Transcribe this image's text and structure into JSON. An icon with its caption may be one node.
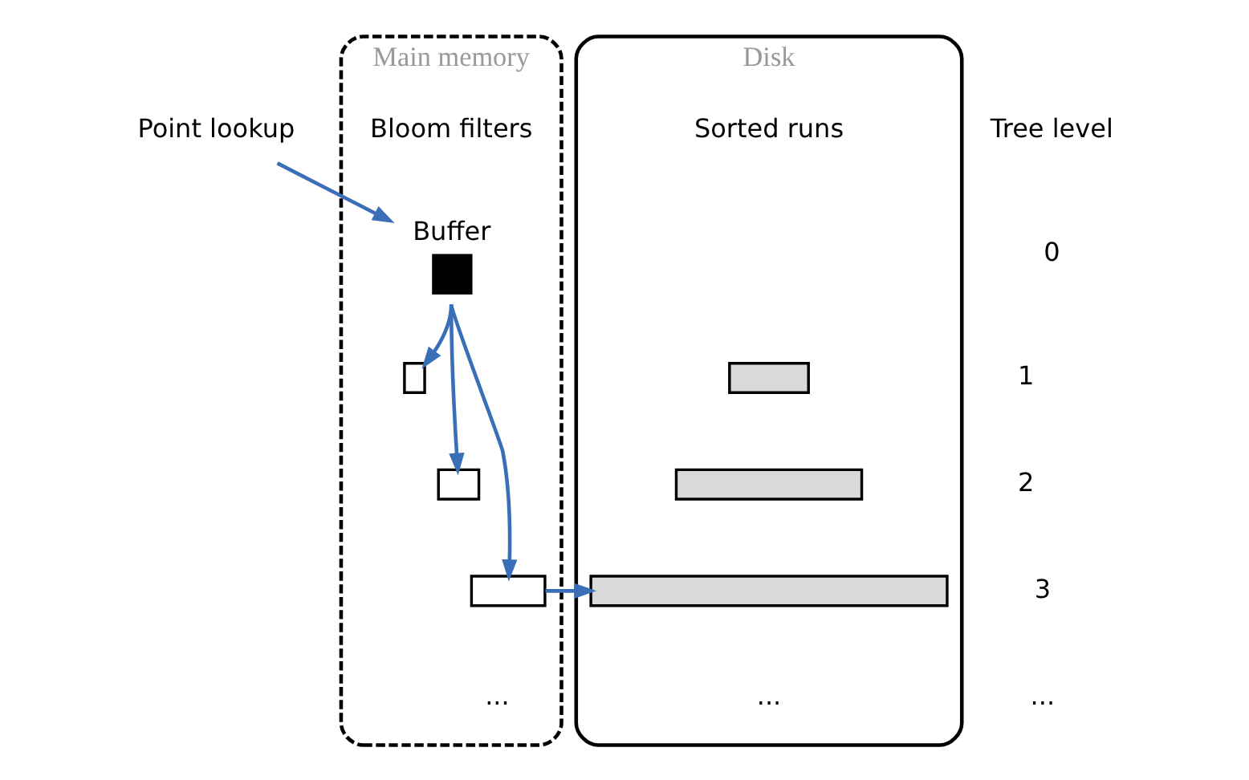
{
  "diagram": {
    "nodes": [
      {
        "text": [
          "Point lookup"
        ]
      },
      {
        "text": [
          "Main memory"
        ]
      },
      {
        "text": [
          "Buffer"
        ],
        "in": 1
      },
      {
        "text": [],
        "shape": "box",
        "in": 1
      },
      {
        "text": [],
        "shape": "box",
        "in": 1
      },
      {
        "text": [],
        "shape": "box",
        "in": 1
      },
      {
        "text": [
          "Disk"
        ]
      },
      {
        "text": [],
        "shape": "bar",
        "in": 6
      },
      {
        "text": [],
        "shape": "bar",
        "in": 6
      },
      {
        "text": [],
        "shape": "bar",
        "in": 6
      }
    ],
    "edges": [
      {
        "from": 0,
        "to": 2,
        "arrow": "to"
      },
      {
        "from": 2,
        "to": 3,
        "arrow": "to"
      },
      {
        "from": 2,
        "to": 4,
        "arrow": "to"
      },
      {
        "from": 2,
        "to": 5,
        "arrow": "to"
      },
      {
        "from": 5,
        "to": 9,
        "arrow": "to"
      }
    ],
    "labels": [
      "Bloom filters",
      "Sorted runs",
      "Tree level",
      "0",
      "1",
      "2",
      "3",
      "...",
      "...",
      "..."
    ]
  }
}
